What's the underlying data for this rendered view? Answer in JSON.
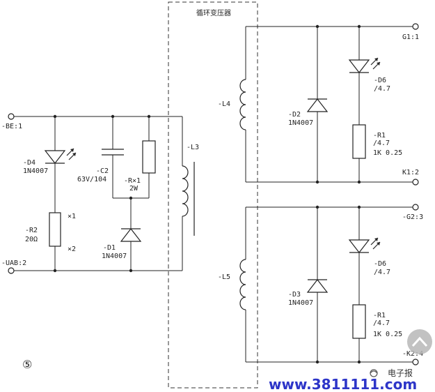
{
  "diagram": {
    "transformer_label": "循环变压器",
    "figure_number": "⑤",
    "terminals": {
      "be": "-BE:1",
      "uab": "-UAB:2",
      "g1": "G1:1",
      "k1": "K1:2",
      "g2": "-G2:3",
      "k2": "-K2:4"
    },
    "components": {
      "d4": [
        "-D4",
        "1N4007"
      ],
      "r2": [
        "-R2",
        "20Ω"
      ],
      "r2_x1": "×1",
      "r2_x2": "×2",
      "c2": [
        "-C2",
        "63V/104"
      ],
      "r": [
        "-R×1",
        "2W"
      ],
      "d1": [
        "-D1",
        "1N4007"
      ],
      "l3": "-L3",
      "l4": "-L4",
      "l5": "-L5",
      "d2": [
        "-D2",
        "1N4007"
      ],
      "d3": [
        "-D3",
        "1N4007"
      ],
      "d6_top": [
        "-D6",
        "/4.7"
      ],
      "r1_top": [
        "-R1",
        "/4.7",
        "1K  0.25"
      ],
      "d6_bot": [
        "-D6",
        "/4.7"
      ],
      "r1_bot": [
        "-R1",
        "/4.7",
        "1K  0.25"
      ]
    }
  },
  "watermark": {
    "url": "www.3811111.com",
    "name": "电子报"
  }
}
